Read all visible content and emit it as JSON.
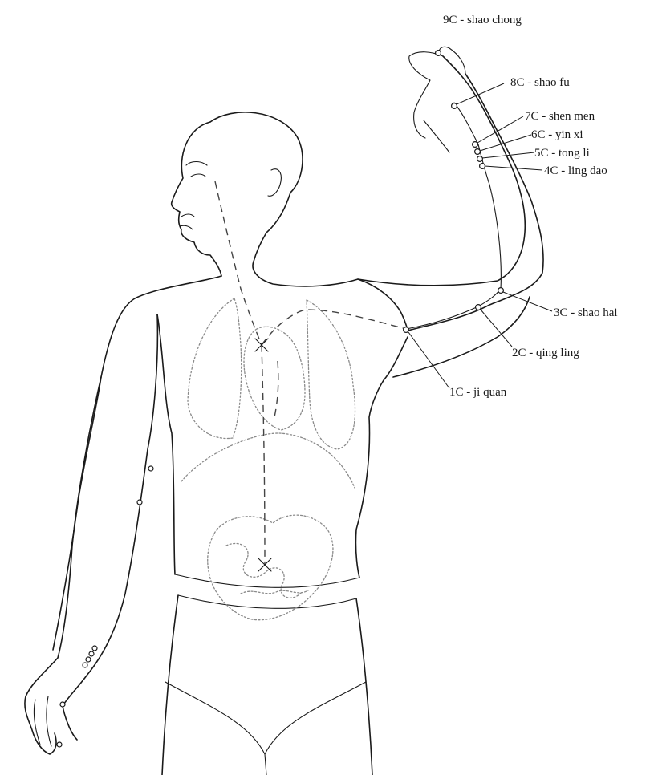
{
  "points": [
    {
      "id": "9C",
      "label": "9C - shao chong"
    },
    {
      "id": "8C",
      "label": "8C - shao fu"
    },
    {
      "id": "7C",
      "label": "7C - shen men"
    },
    {
      "id": "6C",
      "label": "6C - yin xi"
    },
    {
      "id": "5C",
      "label": "5C - tong li"
    },
    {
      "id": "4C",
      "label": "4C - ling dao"
    },
    {
      "id": "3C",
      "label": "3C - shao hai"
    },
    {
      "id": "2C",
      "label": "2C - qing ling"
    },
    {
      "id": "1C",
      "label": "1C - ji quan"
    }
  ]
}
